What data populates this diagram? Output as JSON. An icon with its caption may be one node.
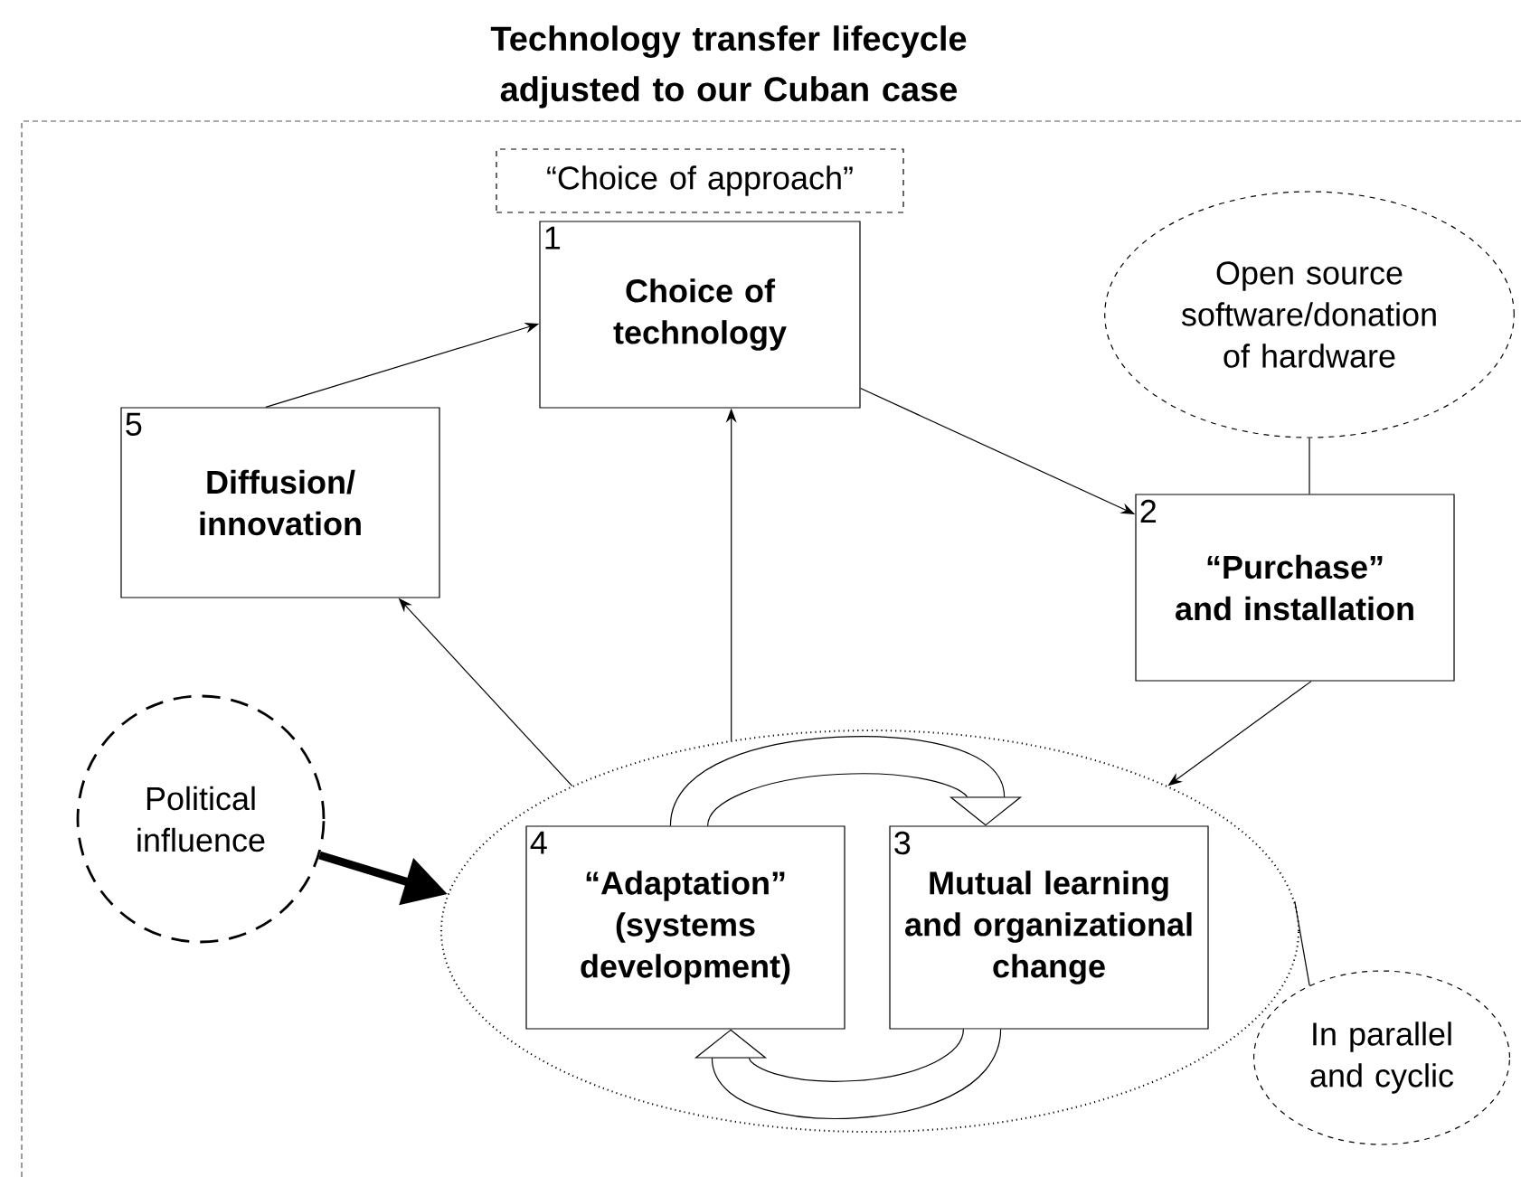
{
  "diagram": {
    "title": "Technology transfer lifecycle adjusted to our Cuban case",
    "nodes": [
      {
        "text": [
          "“Choice of approach”"
        ]
      },
      {
        "text": [
          "1",
          "Choice of technology"
        ]
      },
      {
        "text": [
          "Open source software/donation of hardware"
        ]
      },
      {
        "text": [
          "5",
          "Diffusion/ innovation"
        ]
      },
      {
        "text": [
          "2",
          "“Purchase” and installation"
        ]
      },
      {
        "text": [
          "Political influence"
        ]
      },
      {
        "text": [],
        "shape": "ellipse"
      },
      {
        "text": [
          "4",
          "“Adaptation” (systems development)"
        ],
        "in": 6
      },
      {
        "text": [
          "3",
          "Mutual learning and organizational change"
        ],
        "in": 6
      },
      {
        "text": [
          "In parallel and cyclic"
        ]
      }
    ],
    "edges": [
      {
        "from": 3,
        "to": 1,
        "arrow": "to"
      },
      {
        "from": 1,
        "to": 4,
        "arrow": "to"
      },
      {
        "from": 2,
        "to": 4,
        "arrow": "none"
      },
      {
        "from": 6,
        "to": 1,
        "arrow": "to"
      },
      {
        "from": 6,
        "to": 3,
        "arrow": "to"
      },
      {
        "from": 4,
        "to": 6,
        "arrow": "to"
      },
      {
        "from": 5,
        "to": 6,
        "arrow": "to",
        "style": "thick"
      },
      {
        "from": 7,
        "to": 8,
        "arrow": "to",
        "style": "thick"
      },
      {
        "from": 8,
        "to": 7,
        "arrow": "to",
        "style": "thick"
      },
      {
        "from": 6,
        "to": 9,
        "arrow": "none"
      }
    ]
  }
}
